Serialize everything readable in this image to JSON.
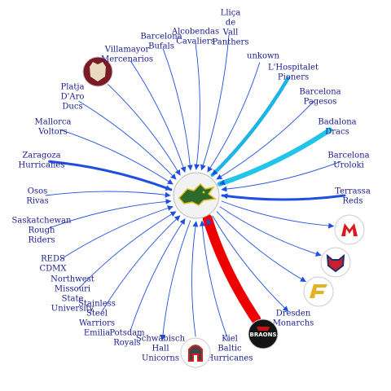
{
  "center": {
    "name": "center-team-logo"
  },
  "nodes": [
    {
      "id": "barcelona-bufals",
      "lines": [
        "Barcelona",
        "Bufals"
      ],
      "dir": "in",
      "weight": 1
    },
    {
      "id": "alcobendas-cavaliers",
      "lines": [
        "Alcobendas",
        "Cavaliers"
      ],
      "dir": "in",
      "weight": 1
    },
    {
      "id": "llica-de-vall-panthers",
      "lines": [
        "Lliça",
        "de",
        "Vall",
        "Panthers"
      ],
      "dir": "in",
      "weight": 1
    },
    {
      "id": "unkown",
      "lines": [
        "unkown"
      ],
      "dir": "in",
      "weight": 1
    },
    {
      "id": "lhospitalet-pioners",
      "lines": [
        "L'Hospitalet",
        "Pioners"
      ],
      "dir": "in",
      "weight": 3,
      "color": "#1eb4e6"
    },
    {
      "id": "barcelona-pagesos",
      "lines": [
        "Barcelona",
        "Pagesos"
      ],
      "dir": "in",
      "weight": 1
    },
    {
      "id": "badalona-dracs",
      "lines": [
        "Badalona",
        "Dracs"
      ],
      "dir": "in",
      "weight": 4,
      "color": "#22c4ea"
    },
    {
      "id": "barcelona-uroloki",
      "lines": [
        "Barcelona",
        "Uroloki"
      ],
      "dir": "in",
      "weight": 1
    },
    {
      "id": "terrassa-reds",
      "lines": [
        "Terrassa",
        "Reds"
      ],
      "dir": "in",
      "weight": 2
    },
    {
      "id": "logo-red-m",
      "logo": "red-m",
      "dir": "out",
      "weight": 1
    },
    {
      "id": "logo-devil",
      "logo": "devil",
      "dir": "out",
      "weight": 1
    },
    {
      "id": "logo-yellow-e",
      "logo": "yellow-e",
      "dir": "out",
      "weight": 1
    },
    {
      "id": "dresden-monarchs",
      "lines": [
        "Dresden",
        "Monarchs"
      ],
      "dir": "out",
      "weight": 1
    },
    {
      "id": "logo-braons",
      "logo": "braons",
      "logo_text": "BRAONS",
      "dir": "in",
      "weight": 8,
      "color": "#ee0000"
    },
    {
      "id": "kiel-baltic-hurricanes",
      "lines": [
        "Kiel",
        "Baltic",
        "Hurricanes"
      ],
      "dir": "in",
      "weight": 1
    },
    {
      "id": "logo-spartan",
      "logo": "spartan",
      "dir": "in",
      "weight": 1
    },
    {
      "id": "schwabisch-hall-unicorns",
      "lines": [
        "Schwäbisch",
        "Hall",
        "Unicorns"
      ],
      "dir": "out",
      "weight": 1
    },
    {
      "id": "potsdam-royals",
      "lines": [
        "Potsdam",
        "Royals"
      ],
      "dir": "in",
      "weight": 1
    },
    {
      "id": "stainless-steel-warriors-emilia",
      "lines": [
        "Stainless",
        "Steel",
        "Warriors",
        "Emilia"
      ],
      "dir": "in",
      "weight": 1
    },
    {
      "id": "northwest-missouri-state-university",
      "lines": [
        "Northwest",
        "Missouri",
        "State",
        "University"
      ],
      "dir": "in",
      "weight": 1
    },
    {
      "id": "reds-cdmx",
      "lines": [
        "REDS",
        "CDMX"
      ],
      "dir": "in",
      "weight": 1
    },
    {
      "id": "saskatchewan-rough-riders",
      "lines": [
        "Saskatchewan",
        "Rough",
        "Riders"
      ],
      "dir": "in",
      "weight": 1
    },
    {
      "id": "osos-rivas",
      "lines": [
        "Osos",
        "Rivas"
      ],
      "dir": "in",
      "weight": 1
    },
    {
      "id": "zaragoza-hurricanes",
      "lines": [
        "Zaragoza",
        "Hurricanes"
      ],
      "dir": "in",
      "weight": 2
    },
    {
      "id": "mallorca-voltors",
      "lines": [
        "Mallorca",
        "Voltors"
      ],
      "dir": "in",
      "weight": 1
    },
    {
      "id": "platja-daro-ducs",
      "lines": [
        "Platja",
        "D'Aro",
        "Ducs"
      ],
      "dir": "in",
      "weight": 1
    },
    {
      "id": "logo-lion",
      "logo": "lion",
      "dir": "in",
      "weight": 1
    },
    {
      "id": "villamayor-mercenarios",
      "lines": [
        "Villamayor",
        "Mercenarios"
      ],
      "dir": "in",
      "weight": 1
    }
  ],
  "colors": {
    "edge": "#1f4fe0",
    "label": "#1a1a8c"
  }
}
